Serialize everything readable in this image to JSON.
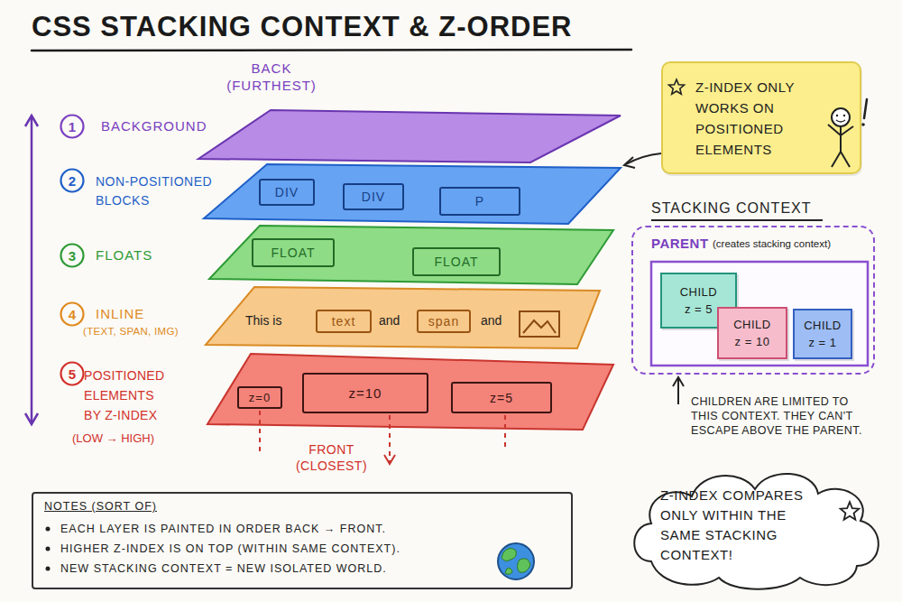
{
  "diagram": {
    "title": "CSS STACKING CONTEXT & Z-ORDER",
    "nodes": [
      {
        "text": [
          "1"
        ]
      },
      {
        "text": [
          "2"
        ]
      },
      {
        "text": [
          "DIV"
        ]
      },
      {
        "text": [
          "DIV"
        ]
      },
      {
        "text": [
          "P"
        ]
      },
      {
        "text": [
          "3"
        ]
      },
      {
        "text": [
          "FLOAT"
        ]
      },
      {
        "text": [
          "FLOAT"
        ]
      },
      {
        "text": [
          "4"
        ]
      },
      {
        "text": [
          "text"
        ]
      },
      {
        "text": [
          "span"
        ]
      },
      {
        "text": [
          "5"
        ]
      },
      {
        "text": [
          "z=0"
        ]
      },
      {
        "text": [
          "z=10"
        ]
      },
      {
        "text": [
          "z=5"
        ]
      },
      {
        "text": [
          "Z-INDEX ONLY WORKS ON POSITIONED ELEMENTS"
        ]
      },
      {
        "text": [
          "PARENT",
          "(creates stacking context)"
        ]
      },
      {
        "text": [
          "CHILD",
          "z = 5"
        ],
        "in": 16
      },
      {
        "text": [
          "CHILD",
          "z = 10"
        ],
        "in": 16
      },
      {
        "text": [
          "CHILD",
          "z = 1"
        ],
        "in": 16
      },
      {
        "text": [
          "Z-INDEX COMPARES ONLY WITHIN THE SAME STACKING CONTEXT!"
        ]
      },
      {
        "text": [
          "NOTES (SORT OF)",
          "EACH LAYER IS PAINTED IN ORDER BACK → FRONT.",
          "HIGHER Z-INDEX IS ON TOP (WITHIN SAME CONTEXT).",
          "NEW STACKING CONTEXT = NEW ISOLATED WORLD."
        ]
      }
    ],
    "labels": [
      "BACK (FURTHEST)",
      "BACKGROUND",
      "NON-POSITIONED BLOCKS",
      "FLOATS",
      "INLINE",
      "(TEXT, SPAN, IMG)",
      "POSITIONED ELEMENTS BY Z-INDEX",
      "(LOW → HIGH)",
      "This is",
      "and",
      "and",
      "FRONT (CLOSEST)",
      "STACKING CONTEXT",
      "CHILDREN ARE LIMITED TO THIS CONTEXT. THEY CAN'T ESCAPE ABOVE THE PARENT."
    ]
  }
}
